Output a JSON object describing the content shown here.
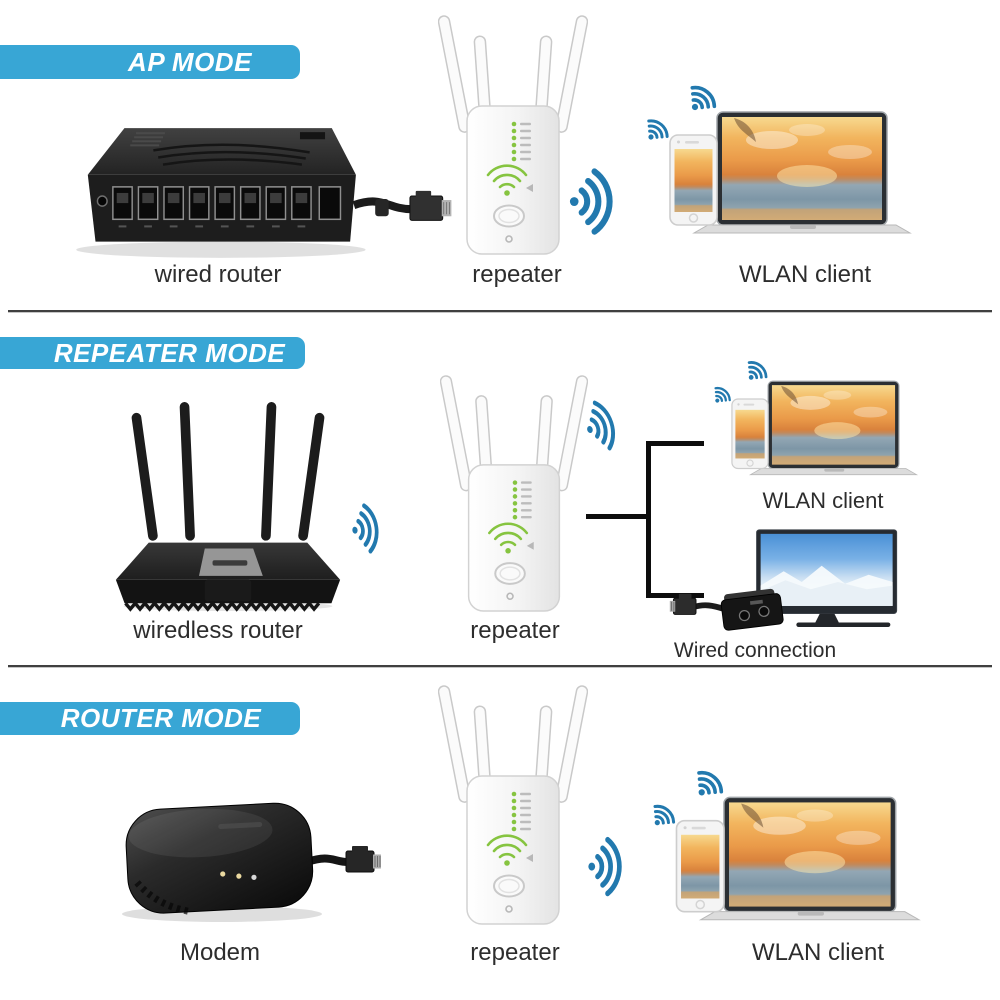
{
  "colors": {
    "banner_blue": "#38a6d5",
    "wifi_signal_blue": "#2279ae",
    "repeater_led_green": "#86c440",
    "label_text": "#2d2d2d",
    "divider_gray": "#3f3f3f"
  },
  "sections": [
    {
      "id": "ap-mode",
      "banner": "AP MODE",
      "labels": {
        "left": "wired router",
        "center": "repeater",
        "right": "WLAN client"
      }
    },
    {
      "id": "repeater-mode",
      "banner": "REPEATER MODE",
      "labels": {
        "left": "wiredless router",
        "center": "repeater",
        "right": "WLAN client",
        "bottom": "Wired connection"
      }
    },
    {
      "id": "router-mode",
      "banner": "ROUTER MODE",
      "labels": {
        "left": "Modem",
        "center": "repeater",
        "right": "WLAN client"
      }
    }
  ],
  "icons": [
    {
      "name": "wifi-signal-icon",
      "meaning": "wifi waves radiating sideways between devices",
      "color": "#2279ae"
    },
    {
      "name": "wifi-reception-icon",
      "meaning": "diagonal wifi waves above client devices",
      "color": "#2279ae"
    },
    {
      "name": "repeater-wifi-logo-icon",
      "meaning": "green wifi mark on repeater front",
      "color": "#86c440"
    }
  ]
}
